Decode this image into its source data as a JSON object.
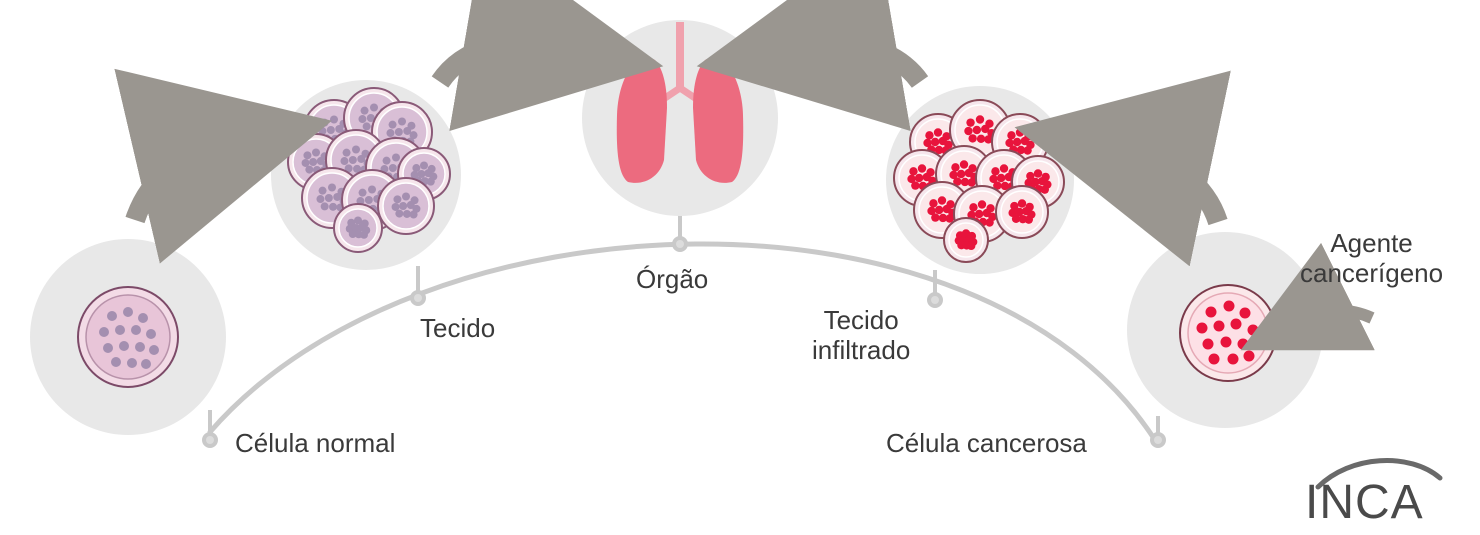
{
  "diagram": {
    "labels": {
      "normal_cell": "Célula normal",
      "tissue": "Tecido",
      "organ": "Órgão",
      "infiltrated_tissue_line1": "Tecido",
      "infiltrated_tissue_line2": "infiltrado",
      "cancer_cell": "Célula cancerosa",
      "carcinogen_line1": "Agente",
      "carcinogen_line2": "cancerígeno"
    },
    "logo": {
      "text": "INCA"
    },
    "colors": {
      "circle_bg": "#e8e8e8",
      "arc": "#c9c9c9",
      "arrow": "#9a9690",
      "normal_cell_fill": "#e8c5d8",
      "normal_nucleus": "#a48fb0",
      "cancer_cell_fill": "#fde0e6",
      "cancer_nucleus": "#e8143c",
      "lung": "#ec6b7f",
      "logo_accent": "#e2212b"
    }
  }
}
